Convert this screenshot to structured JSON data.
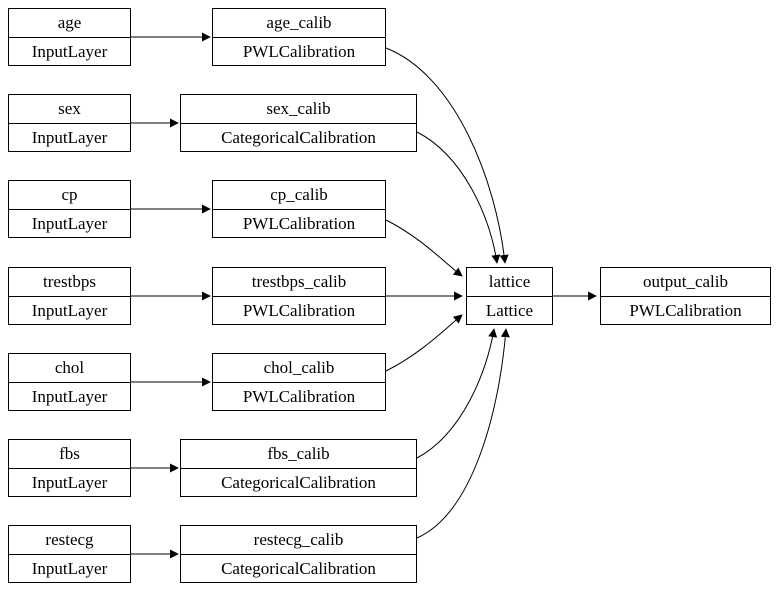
{
  "nodes": {
    "age": {
      "name": "age",
      "type": "InputLayer"
    },
    "age_calib": {
      "name": "age_calib",
      "type": "PWLCalibration"
    },
    "sex": {
      "name": "sex",
      "type": "InputLayer"
    },
    "sex_calib": {
      "name": "sex_calib",
      "type": "CategoricalCalibration"
    },
    "cp": {
      "name": "cp",
      "type": "InputLayer"
    },
    "cp_calib": {
      "name": "cp_calib",
      "type": "PWLCalibration"
    },
    "trestbps": {
      "name": "trestbps",
      "type": "InputLayer"
    },
    "trestbps_calib": {
      "name": "trestbps_calib",
      "type": "PWLCalibration"
    },
    "chol": {
      "name": "chol",
      "type": "InputLayer"
    },
    "chol_calib": {
      "name": "chol_calib",
      "type": "PWLCalibration"
    },
    "fbs": {
      "name": "fbs",
      "type": "InputLayer"
    },
    "fbs_calib": {
      "name": "fbs_calib",
      "type": "CategoricalCalibration"
    },
    "restecg": {
      "name": "restecg",
      "type": "InputLayer"
    },
    "restecg_calib": {
      "name": "restecg_calib",
      "type": "CategoricalCalibration"
    },
    "lattice": {
      "name": "lattice",
      "type": "Lattice"
    },
    "output_calib": {
      "name": "output_calib",
      "type": "PWLCalibration"
    }
  },
  "edges": [
    {
      "from": "age",
      "to": "age_calib"
    },
    {
      "from": "sex",
      "to": "sex_calib"
    },
    {
      "from": "cp",
      "to": "cp_calib"
    },
    {
      "from": "trestbps",
      "to": "trestbps_calib"
    },
    {
      "from": "chol",
      "to": "chol_calib"
    },
    {
      "from": "fbs",
      "to": "fbs_calib"
    },
    {
      "from": "restecg",
      "to": "restecg_calib"
    },
    {
      "from": "age_calib",
      "to": "lattice"
    },
    {
      "from": "sex_calib",
      "to": "lattice"
    },
    {
      "from": "cp_calib",
      "to": "lattice"
    },
    {
      "from": "trestbps_calib",
      "to": "lattice"
    },
    {
      "from": "chol_calib",
      "to": "lattice"
    },
    {
      "from": "fbs_calib",
      "to": "lattice"
    },
    {
      "from": "restecg_calib",
      "to": "lattice"
    },
    {
      "from": "lattice",
      "to": "output_calib"
    }
  ],
  "colors": {
    "node_border": "#000000",
    "node_fill": "#ffffff",
    "edge": "#000000",
    "background": "#ffffff"
  }
}
